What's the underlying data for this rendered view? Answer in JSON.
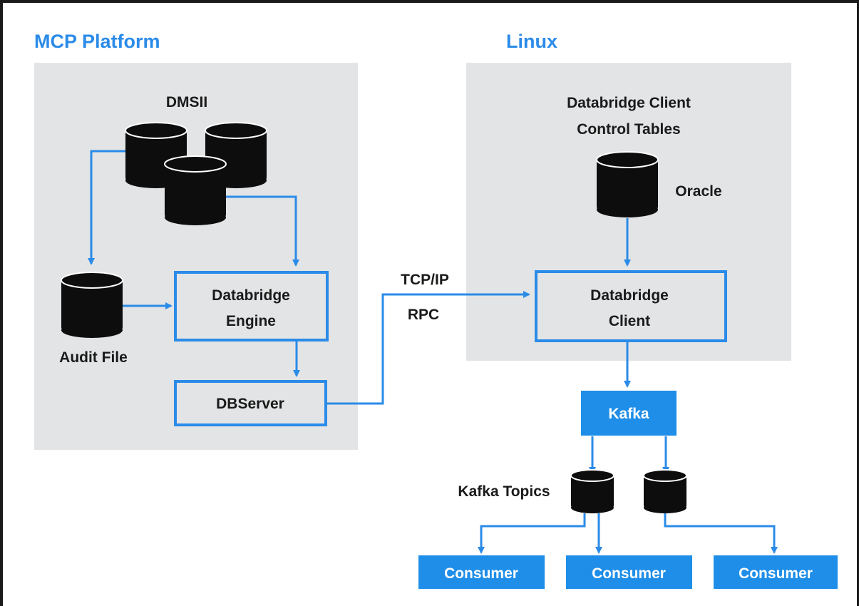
{
  "regions": {
    "mcp": {
      "title": "MCP Platform"
    },
    "linux": {
      "title": "Linux"
    }
  },
  "labels": {
    "dmsii": "DMSII",
    "audit_file": "Audit File",
    "control_tables_line1": "Databridge Client",
    "control_tables_line2": "Control Tables",
    "oracle": "Oracle",
    "tcpip": "TCP/IP",
    "rpc": "RPC",
    "kafka_topics": "Kafka Topics"
  },
  "boxes": {
    "engine": {
      "line1": "Databridge",
      "line2": "Engine"
    },
    "dbserver": "DBServer",
    "client": {
      "line1": "Databridge",
      "line2": "Client"
    },
    "kafka": "Kafka",
    "consumers": [
      "Consumer",
      "Consumer",
      "Consumer"
    ]
  },
  "colors": {
    "accent": "#2b8be8",
    "filled_box": "#1f8ee8",
    "panel": "#e3e4e5",
    "database": "#0d0d0d"
  }
}
